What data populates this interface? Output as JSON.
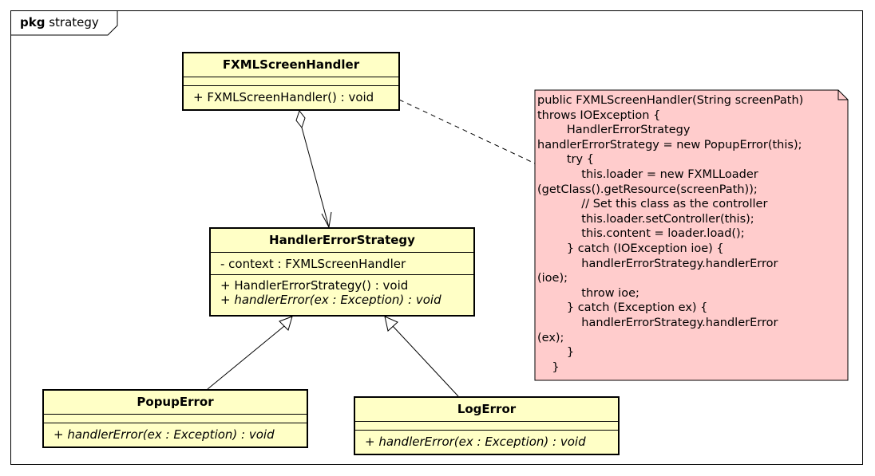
{
  "package": {
    "keyword": "pkg",
    "name": "strategy"
  },
  "classes": {
    "fxml_screen_handler": {
      "name": "FXMLScreenHandler",
      "operations": [
        "+ FXMLScreenHandler() : void"
      ]
    },
    "handler_error_strategy": {
      "name": "HandlerErrorStrategy",
      "attributes": [
        "- context : FXMLScreenHandler"
      ],
      "operations": [
        "+ HandlerErrorStrategy() : void",
        "+ handlerError(ex : Exception) : void"
      ]
    },
    "popup_error": {
      "name": "PopupError",
      "operations": [
        "+ handlerError(ex : Exception) : void"
      ]
    },
    "log_error": {
      "name": "LogError",
      "operations": [
        "+ handlerError(ex : Exception) : void"
      ]
    }
  },
  "note": {
    "text": "public FXMLScreenHandler(String screenPath)\nthrows IOException {\n        HandlerErrorStrategy\nhandlerErrorStrategy = new PopupError(this);\n        try {\n            this.loader = new FXMLLoader\n(getClass().getResource(screenPath));\n            // Set this class as the controller\n            this.loader.setController(this);\n            this.content = loader.load();\n        } catch (IOException ioe) {\n            handlerErrorStrategy.handlerError\n(ioe);\n            throw ioe;\n        } catch (Exception ex) {\n            handlerErrorStrategy.handlerError\n(ex);\n        }\n    }"
  },
  "colors": {
    "class_fill": "#ffffc6",
    "note_fill": "#ffcccc",
    "stroke": "#000000"
  }
}
